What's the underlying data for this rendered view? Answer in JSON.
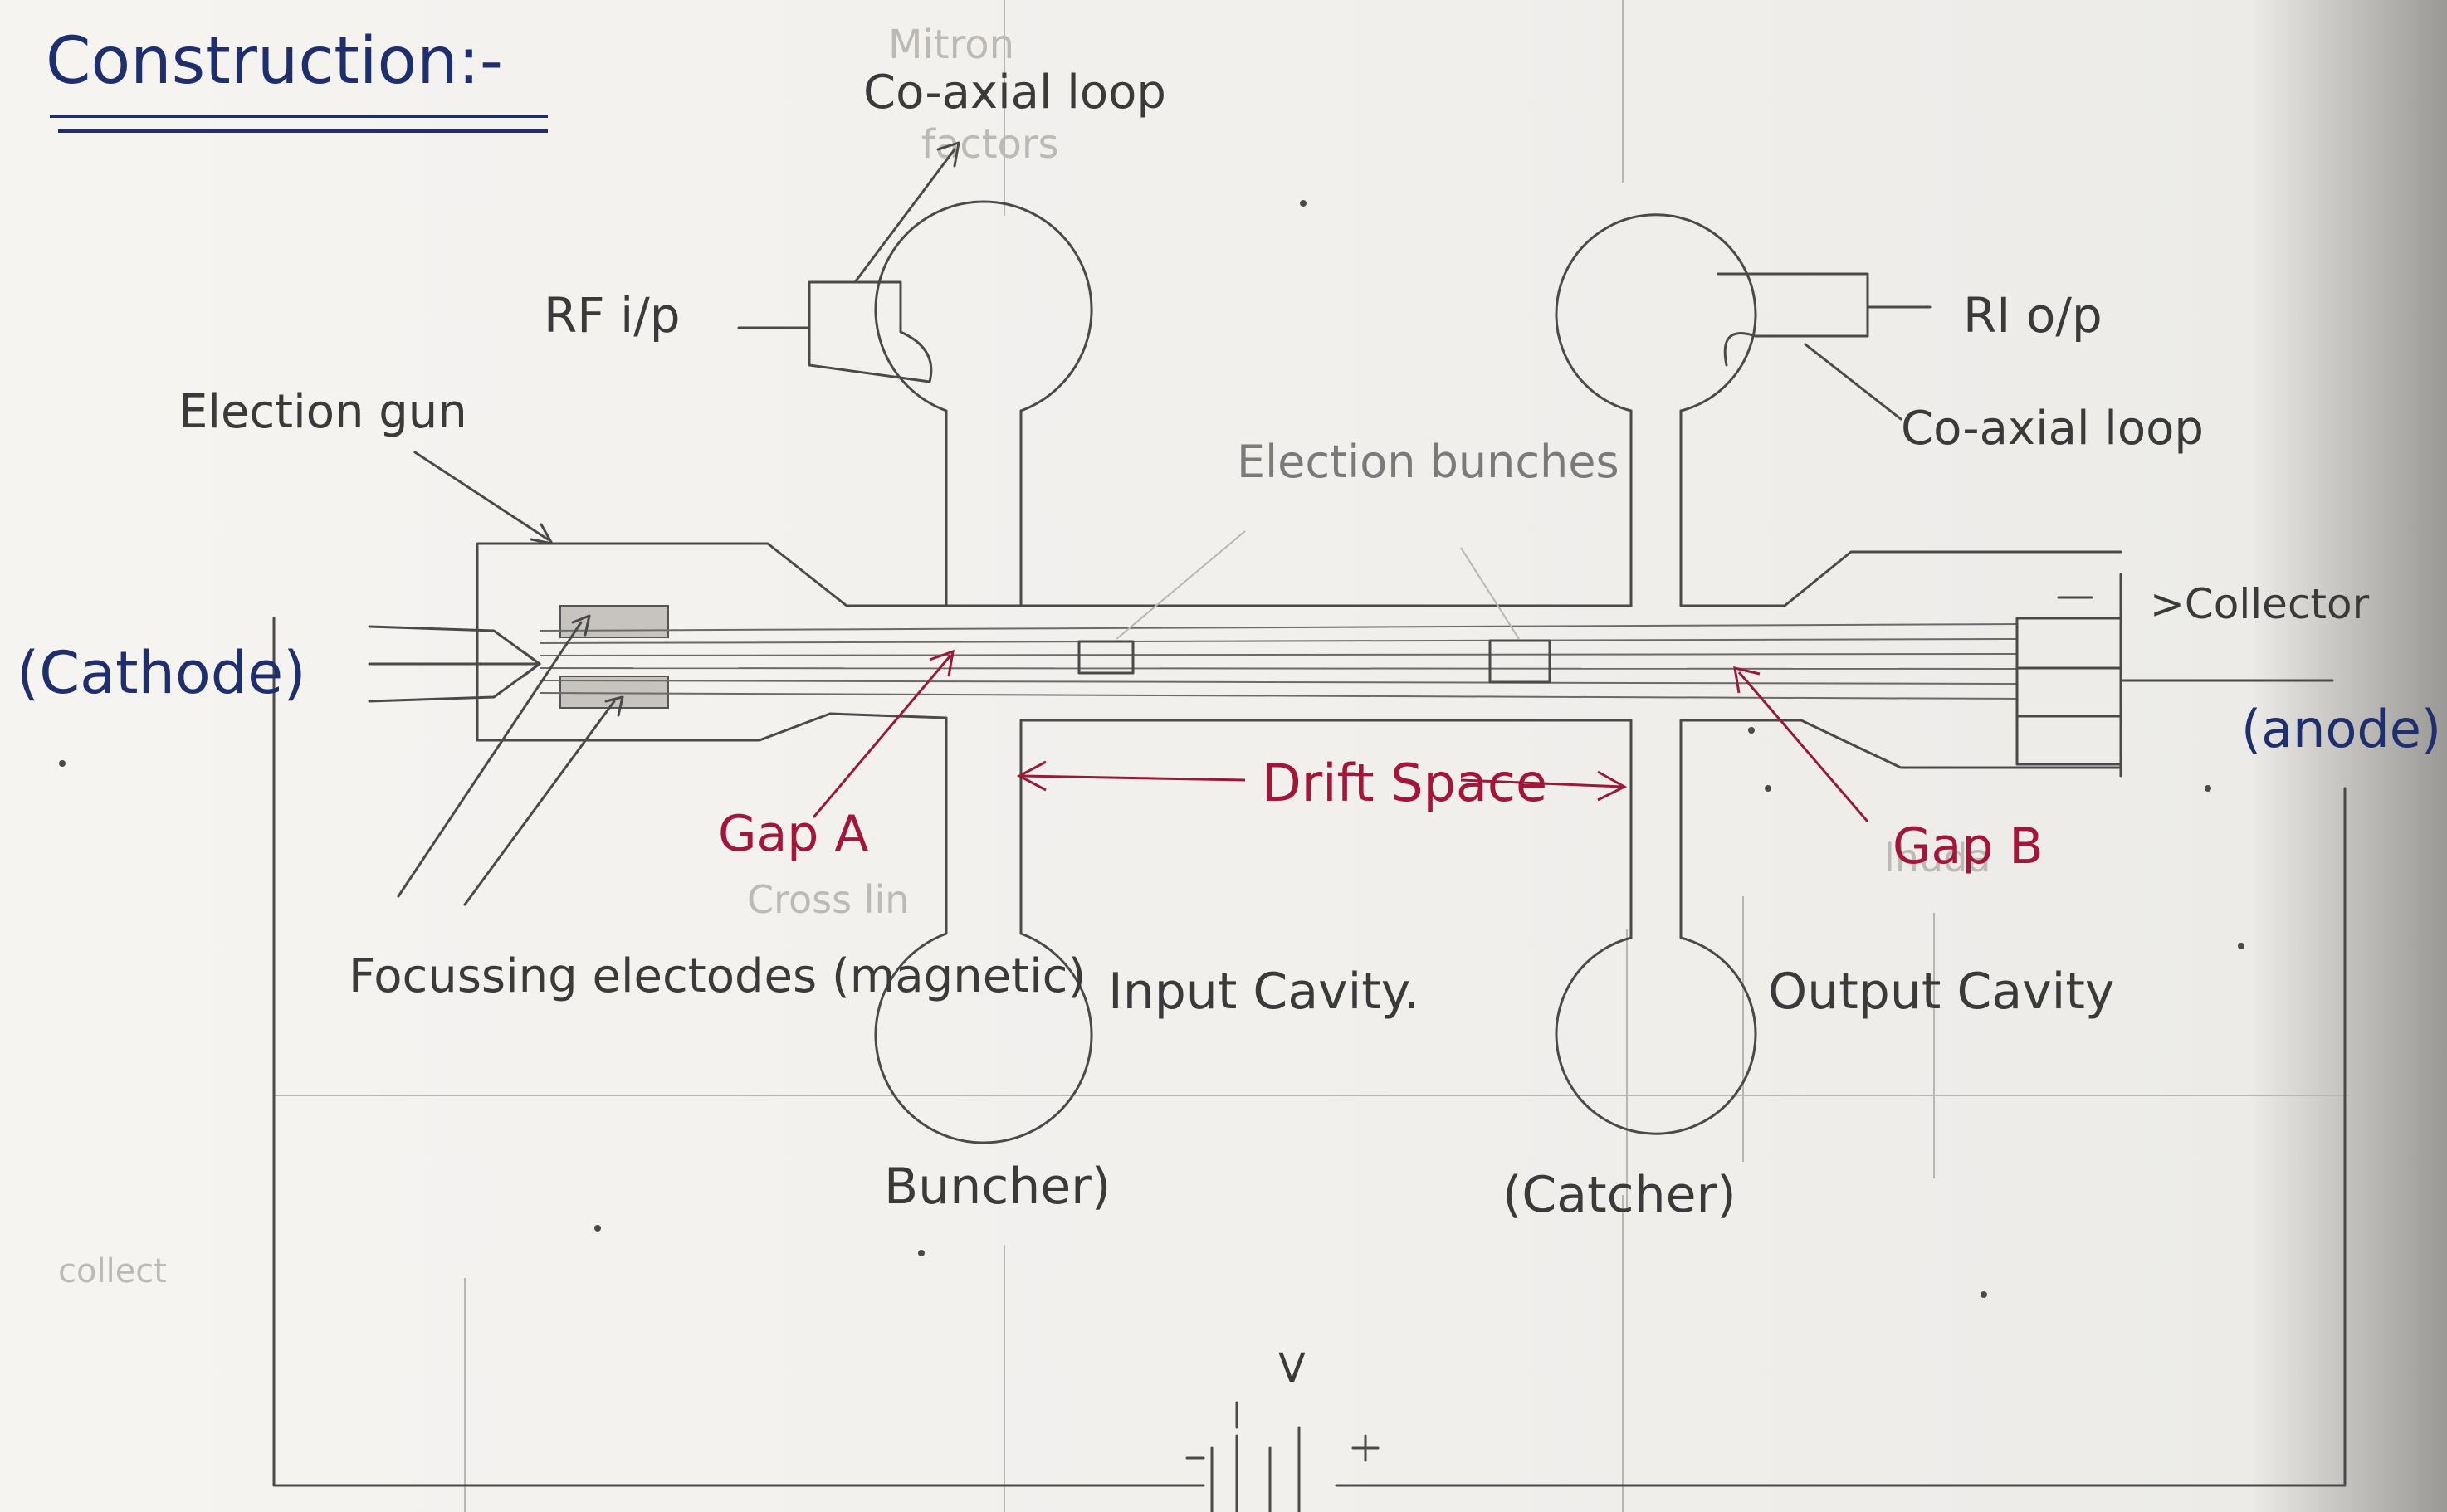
{
  "title": "Construction:-",
  "labels": {
    "coaxial_loop_left": "Co-axial loop",
    "rf_input": "RF i/p",
    "rf_output": "RI o/p",
    "coaxial_loop_right": "Co-axial loop",
    "electron_gun": "Election gun",
    "electron_bunches": "Election bunches",
    "cathode": "(Cathode)",
    "collector": ">Collector",
    "anode": "(anode)",
    "gap_a": "Gap A",
    "gap_b": "Gap B",
    "drift_space": "Drift Space",
    "focussing_electrodes": "Focussing electodes (magnetic)",
    "input_cavity": "Input Cavity.",
    "output_cavity": "Output Cavity",
    "buncher": "Buncher)",
    "catcher": "(Catcher)",
    "voltage": "V"
  },
  "colors": {
    "ink": "#4a4a4a",
    "blue_ink": "#1f2f6e",
    "red_ink": "#a3163a",
    "paper": "#f4f2ef"
  }
}
